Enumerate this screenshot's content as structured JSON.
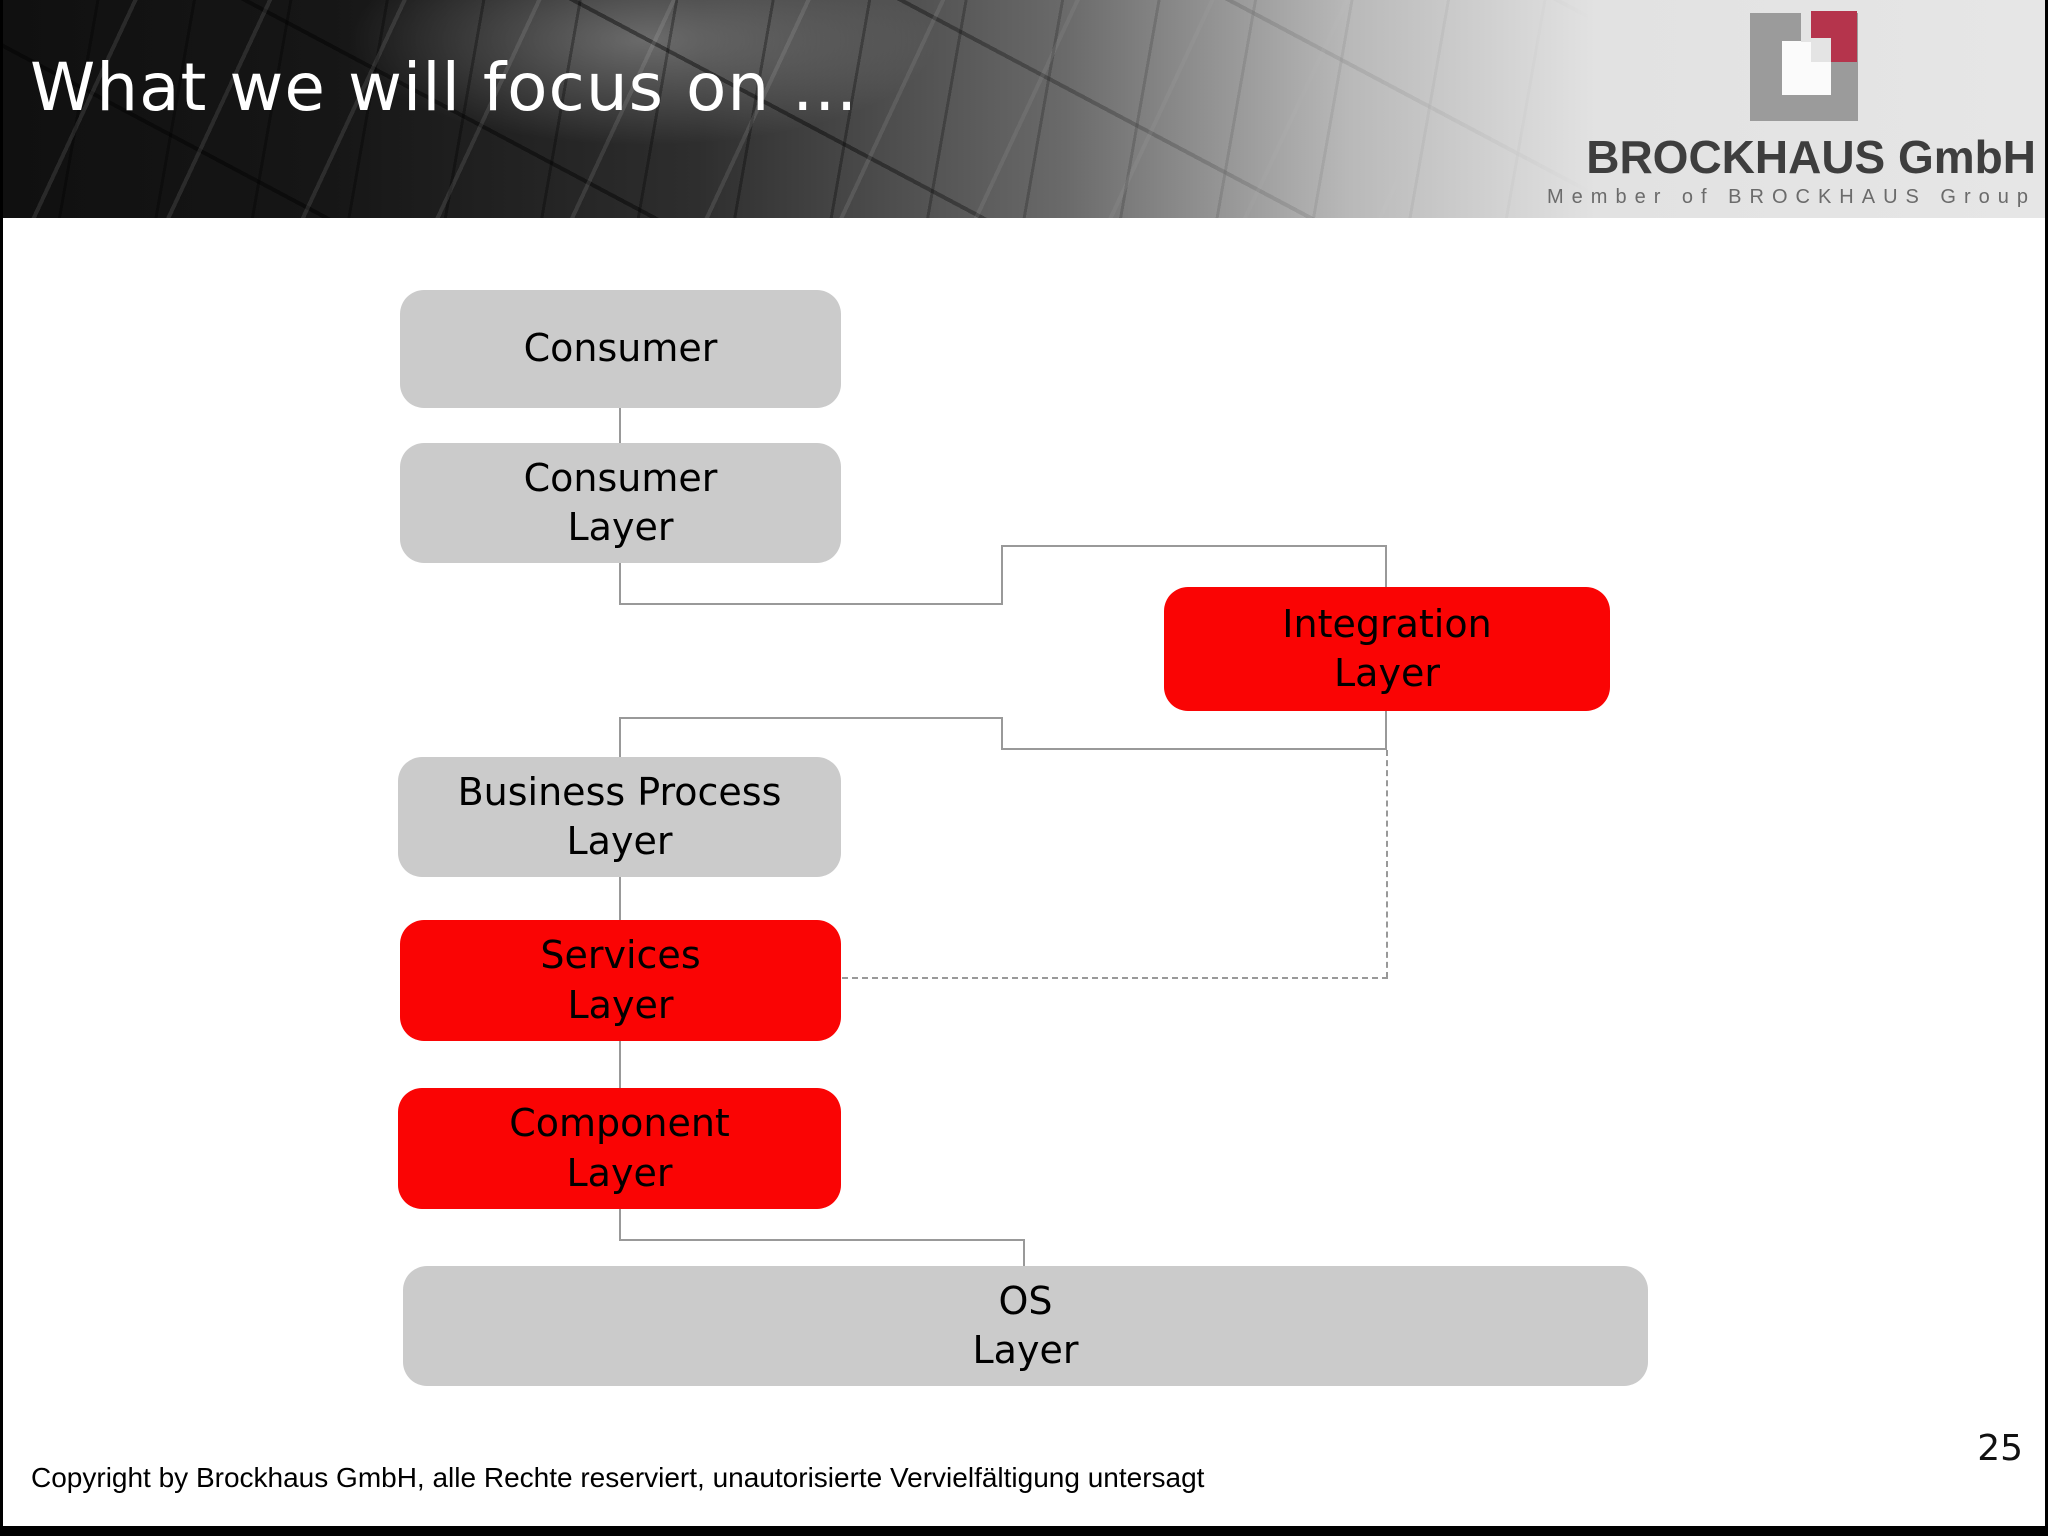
{
  "slide": {
    "title": "What we will focus on ...",
    "page_number": "25",
    "footer_text": "Copyright by Brockhaus GmbH, alle Rechte reserviert, unautorisierte Vervielfältigung untersagt"
  },
  "branding": {
    "company_name": "BROCKHAUS GmbH",
    "group_line": "Member of BROCKHAUS Group",
    "logo_icon": "brockhaus-squares-logo",
    "logo_colors": {
      "gray": "#9b9b9b",
      "red": "#b5344c"
    }
  },
  "colors": {
    "highlight_red": "#fa0404",
    "neutral_gray": "#cbcbcb",
    "connector_gray": "#999999",
    "title_text": "#ffffff"
  },
  "diagram": {
    "description": "Layered architecture stack; red boxes mark the layers in focus",
    "nodes": {
      "consumer": {
        "line1": "Consumer",
        "line2": "",
        "highlighted": false
      },
      "consumer_layer": {
        "line1": "Consumer",
        "line2": "Layer",
        "highlighted": false
      },
      "integration_layer": {
        "line1": "Integration",
        "line2": "Layer",
        "highlighted": true
      },
      "business_process_layer": {
        "line1": "Business Process",
        "line2": "Layer",
        "highlighted": false
      },
      "services_layer": {
        "line1": "Services",
        "line2": "Layer",
        "highlighted": true
      },
      "component_layer": {
        "line1": "Component",
        "line2": "Layer",
        "highlighted": true
      },
      "os_layer": {
        "line1": "OS",
        "line2": "Layer",
        "highlighted": false
      }
    },
    "connections": [
      {
        "from": "consumer",
        "to": "consumer_layer",
        "style": "solid"
      },
      {
        "from": "consumer_layer",
        "to": "integration_layer",
        "style": "solid-stepped"
      },
      {
        "from": "integration_layer",
        "to": "business_process_layer",
        "style": "solid-stepped"
      },
      {
        "from": "business_process_layer",
        "to": "services_layer",
        "style": "solid"
      },
      {
        "from": "services_layer",
        "to": "component_layer",
        "style": "solid"
      },
      {
        "from": "component_layer",
        "to": "os_layer",
        "style": "solid-stepped"
      },
      {
        "from": "integration_layer",
        "to": "services_layer",
        "style": "dashed-stepped"
      }
    ]
  }
}
